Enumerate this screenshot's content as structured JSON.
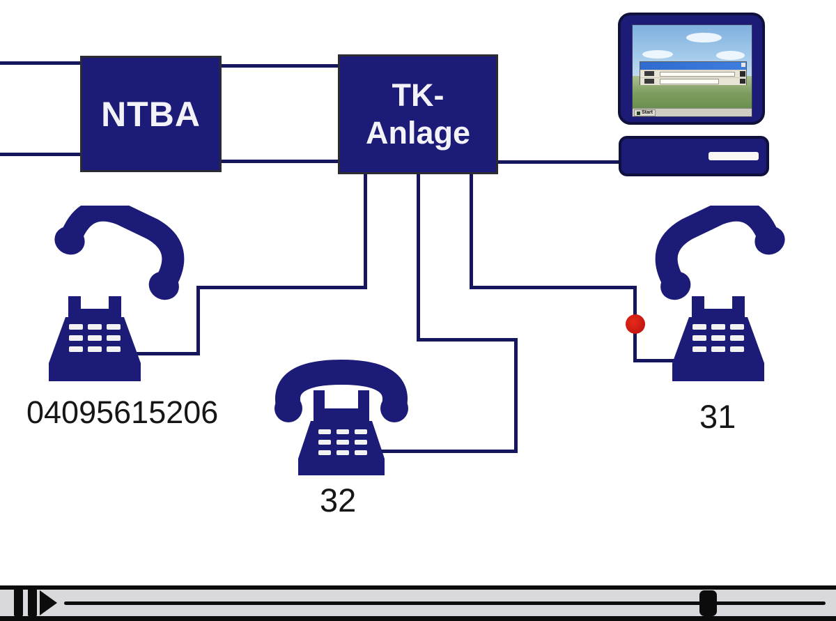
{
  "diagram": {
    "ntba_label": "NTBA",
    "tk_label_line1": "TK-",
    "tk_label_line2": "Anlage",
    "phone_left_number": "04095615206",
    "phone_middle_number": "32",
    "phone_right_number": "31",
    "computer": {
      "start_label": "Start"
    }
  },
  "player": {
    "progress_percent": 84
  },
  "colors": {
    "navy": "#1c1c78",
    "wire": "#16165e",
    "red_dot": "#cd1512",
    "player_background": "#d8d8dd",
    "player_controls": "#0c0c0c"
  }
}
